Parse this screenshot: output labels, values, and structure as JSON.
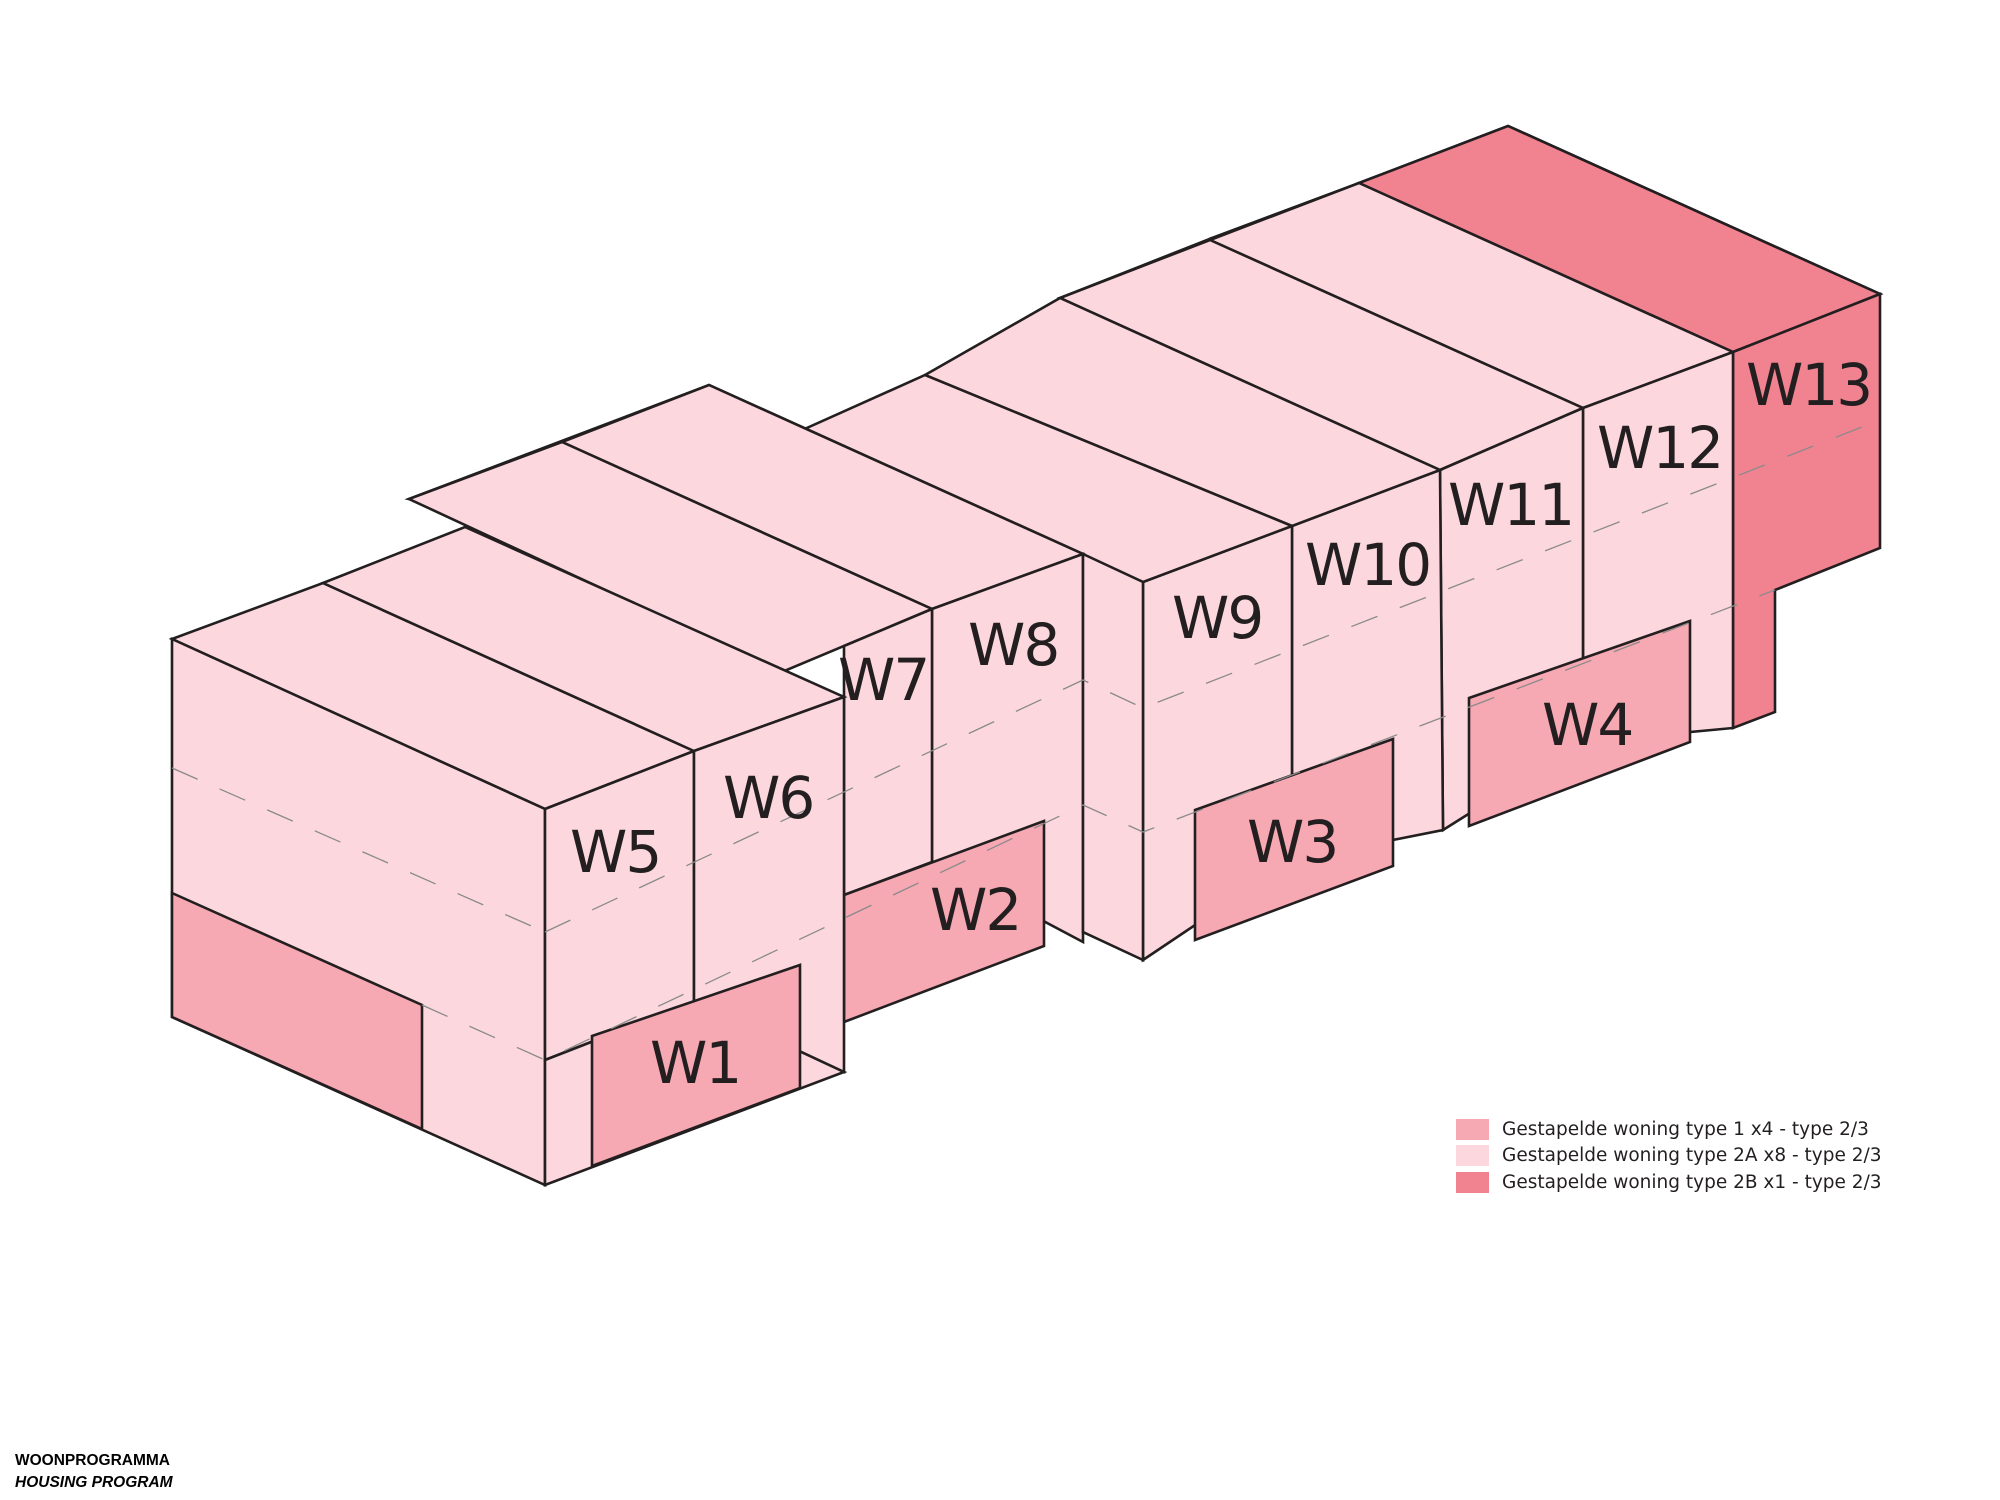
{
  "colors": {
    "type1": "#f6a8b3",
    "type2a": "#fcd8de",
    "type2b": "#f18390",
    "stroke": "#231f20"
  },
  "units": {
    "W1": "W1",
    "W2": "W2",
    "W3": "W3",
    "W4": "W4",
    "W5": "W5",
    "W6": "W6",
    "W7": "W7",
    "W8": "W8",
    "W9": "W9",
    "W10": "W10",
    "W11": "W11",
    "W12": "W12",
    "W13": "W13"
  },
  "legend": [
    {
      "label": "Gestapelde woning type 1 x4 - type 2/3",
      "color_key": "type1"
    },
    {
      "label": "Gestapelde woning type 2A x8 - type 2/3",
      "color_key": "type2a"
    },
    {
      "label": "Gestapelde woning type 2B x1 - type 2/3",
      "color_key": "type2b"
    }
  ],
  "caption": {
    "title": "WOONPROGRAMMA",
    "subtitle": "HOUSING PROGRAM"
  }
}
